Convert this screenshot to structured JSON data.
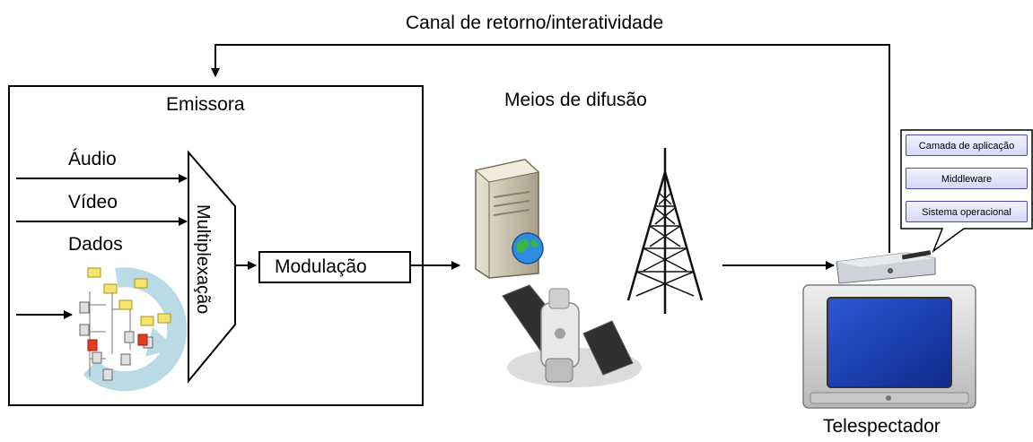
{
  "return_channel": {
    "label": "Canal de retorno/interatividade"
  },
  "emissora": {
    "title": "Emissora",
    "inputs": [
      "Áudio",
      "Vídeo",
      "Dados"
    ],
    "multiplexer_label": "Multiplexação",
    "modulation_label": "Modulação"
  },
  "broadcast": {
    "title": "Meios de difusão"
  },
  "receiver": {
    "label": "Telespectador",
    "stack": [
      "Camada de aplicação",
      "Middleware",
      "Sistema operacional"
    ]
  },
  "colors": {
    "line": "#000000",
    "stack_border": "#4a4ab0",
    "stack_fill": "#e6e6fb",
    "tv_screen": "#1f3fb0",
    "folder": "#f4e36c",
    "cycle_arrow": "#b8dbe6"
  },
  "icons": [
    "server-globe-icon",
    "antenna-tower-icon",
    "satellite-icon",
    "file-tree-icon",
    "television-icon",
    "set-top-box-icon"
  ]
}
